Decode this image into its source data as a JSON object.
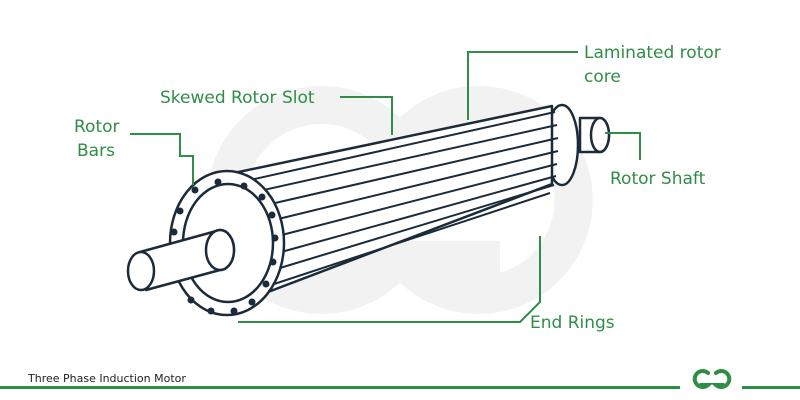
{
  "labels": {
    "laminated_line1": "Laminated rotor",
    "laminated_line2": "core",
    "skewed_slot": "Skewed Rotor Slot",
    "rotor_bars_line1": "Rotor",
    "rotor_bars_line2": "Bars",
    "rotor_shaft": "Rotor Shaft",
    "end_rings": "End Rings"
  },
  "caption": "Three Phase Induction Motor",
  "colors": {
    "accent": "#2f8d46",
    "outline": "#1c2b39",
    "watermark": "#f2f2f2"
  },
  "icons": {
    "footer_logo": "gfg-logo-icon"
  }
}
